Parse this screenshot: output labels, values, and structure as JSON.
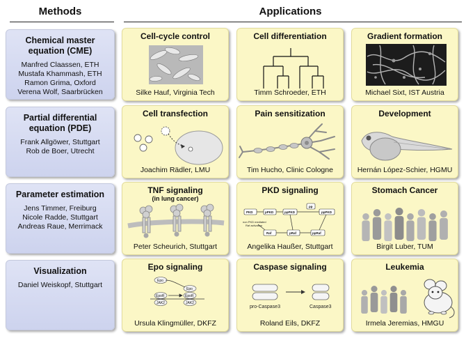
{
  "headers": {
    "methods": "Methods",
    "applications": "Applications"
  },
  "methods": [
    {
      "title": "Chemical master equation (CME)",
      "people": [
        "Manfred Claassen, ETH",
        "Mustafa Khammash, ETH",
        "Ramon Grima, Oxford",
        "Verena Wolf, Saarbrücken"
      ]
    },
    {
      "title": "Partial differential equation (PDE)",
      "people": [
        "Frank Allgöwer, Stuttgart",
        "Rob de Boer, Utrecht"
      ]
    },
    {
      "title": "Parameter estimation",
      "people": [
        "Jens Timmer, Freiburg",
        "Nicole Radde, Stuttgart",
        "Andreas Raue, Merrimack"
      ]
    },
    {
      "title": "Visualization",
      "people": [
        "Daniel Weiskopf, Stuttgart"
      ]
    }
  ],
  "applications": [
    [
      {
        "title": "Cell-cycle control",
        "person": "Silke Hauf, Virginia Tech",
        "image": "rod-cells-micrograph"
      },
      {
        "title": "Cell differentiation",
        "person": "Timm Schroeder, ETH",
        "image": "lineage-tree"
      },
      {
        "title": "Gradient formation",
        "person": "Michael Sixt, IST Austria",
        "image": "fibrous-micrograph"
      }
    ],
    [
      {
        "title": "Cell transfection",
        "person": "Joachim Rädler, LMU",
        "image": "vesicle-uptake"
      },
      {
        "title": "Pain sensitization",
        "person": "Tim Hucho, Clinic Cologne",
        "image": "neuron"
      },
      {
        "title": "Development",
        "person": "Hernán López-Schier, HGMU",
        "image": "zebrafish-embryo"
      }
    ],
    [
      {
        "title": "TNF signaling",
        "subtitle": "(in lung cancer)",
        "person": "Peter Scheurich, Stuttgart",
        "image": "membrane-receptors"
      },
      {
        "title": "PKD signaling",
        "person": "Angelika Haußer, Stuttgart",
        "image": "pathway-diagram",
        "labels": [
          "PKD",
          "pPKD",
          "ppPKD",
          "pp",
          "ppPKD",
          "non PKD mediated",
          "Raf activation",
          "Raf",
          "pRaf",
          "ppRaf"
        ]
      },
      {
        "title": "Stomach Cancer",
        "person": "Birgit Luber, TUM",
        "image": "people-crowd"
      }
    ],
    [
      {
        "title": "Epo signaling",
        "person": "Ursula Klingmüller, DKFZ",
        "image": "receptor-diagram",
        "labels": [
          "Epo",
          "EpoR",
          "JAK2",
          "Epo",
          "EpoR",
          "JAK2"
        ]
      },
      {
        "title": "Caspase signaling",
        "person": "Roland Eils, DKFZ",
        "image": "caspase-cleavage",
        "labels": [
          "pro-Caspase3",
          "Caspase3"
        ]
      },
      {
        "title": "Leukemia",
        "person": "Irmela Jeremias, HMGU",
        "image": "people-and-mouse"
      }
    ]
  ]
}
